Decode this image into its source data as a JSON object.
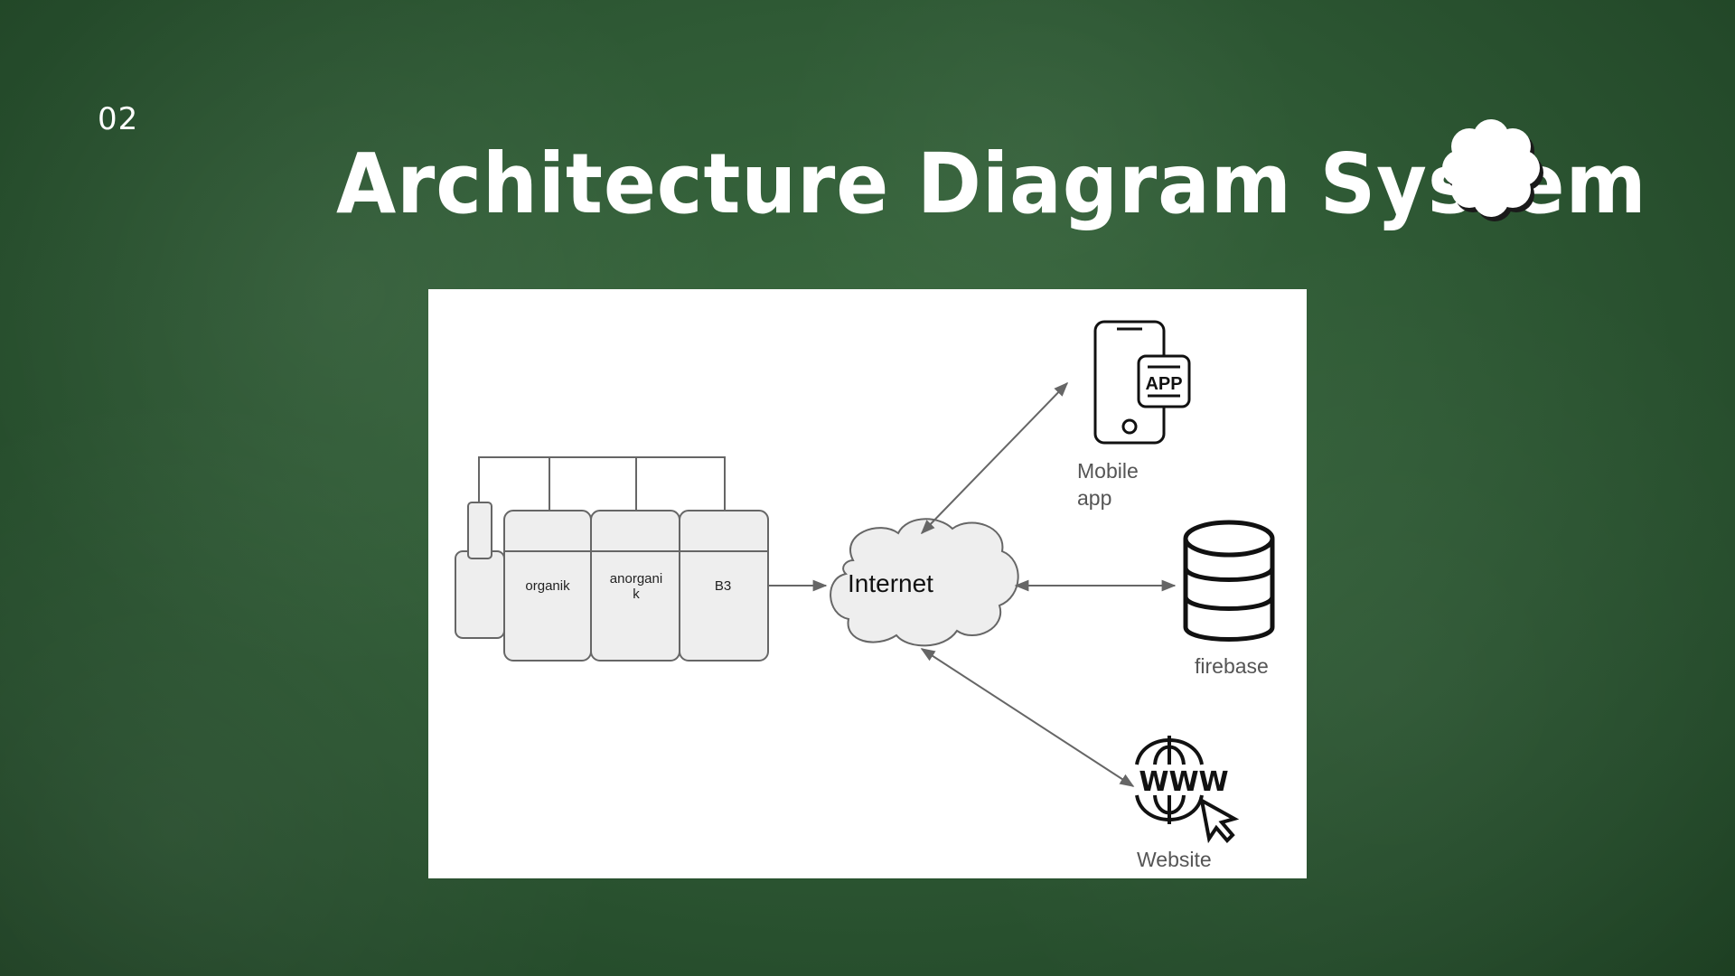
{
  "slide": {
    "number": "02",
    "title": "Architecture Diagram System"
  },
  "diagram": {
    "bins": [
      "organik",
      "anorgani\nk",
      "B3"
    ],
    "internet_label": "Internet",
    "mobile_label": "Mobile app",
    "database_label": "firebase",
    "website_label": "Website",
    "app_badge": "APP",
    "www_text": "WWW"
  },
  "colors": {
    "board": "#2f5a35",
    "card": "#ffffff",
    "bin_fill": "#eeeeee",
    "line": "#666666"
  }
}
